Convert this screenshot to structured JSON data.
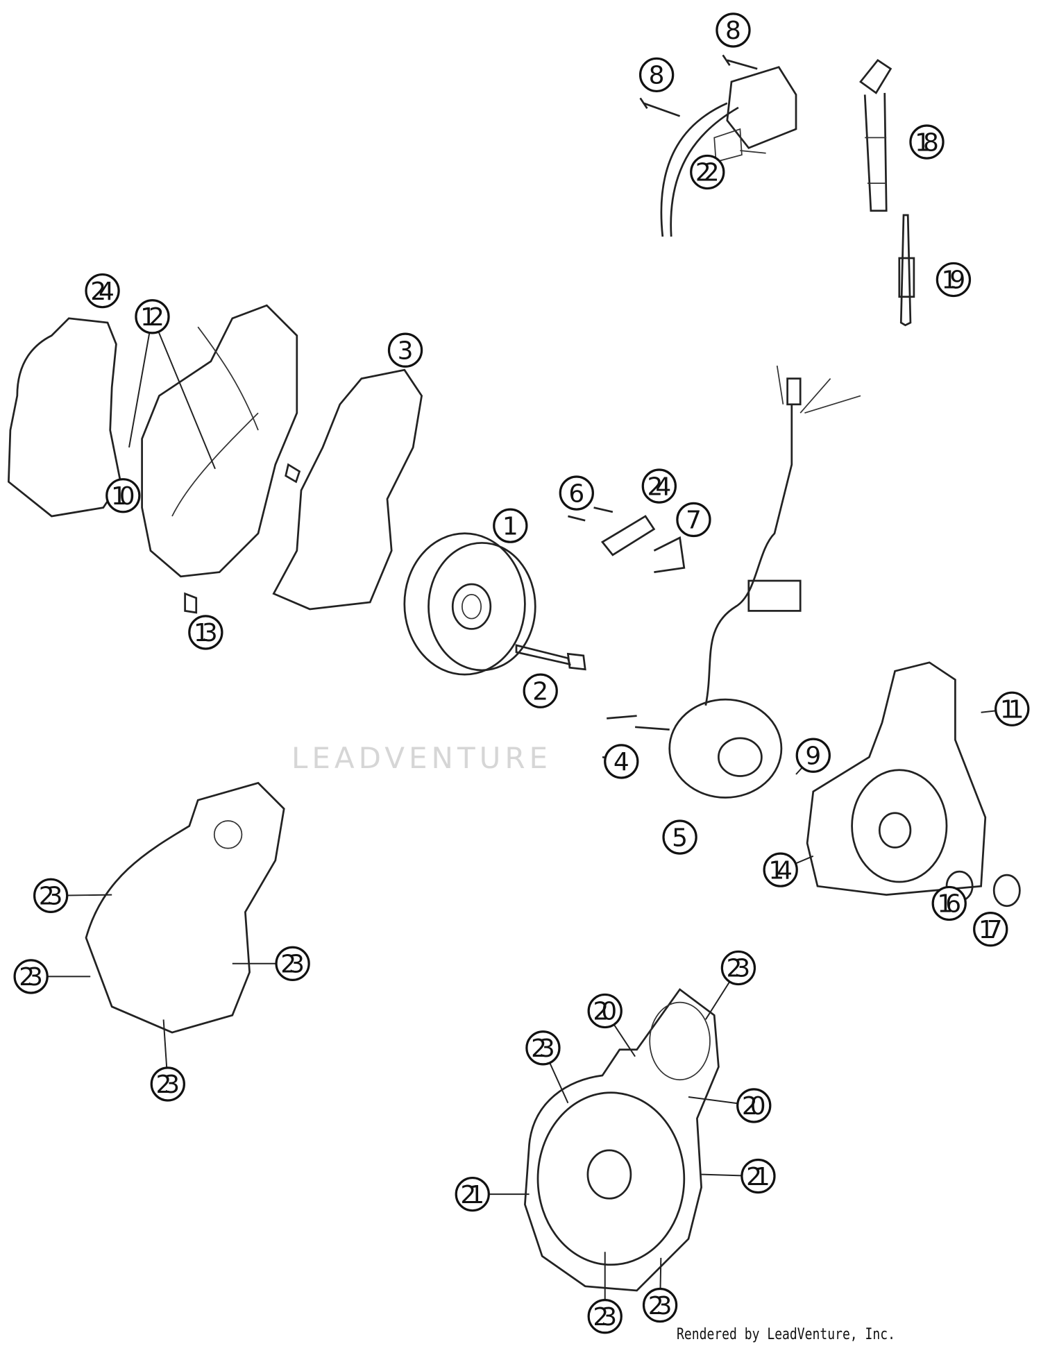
{
  "diagram": {
    "callouts": [
      "8",
      "8",
      "18",
      "22",
      "19",
      "24",
      "12",
      "3",
      "10",
      "6",
      "24",
      "7",
      "1",
      "13",
      "2",
      "11",
      "4",
      "9",
      "5",
      "14",
      "16",
      "17",
      "23",
      "23",
      "23",
      "23",
      "23",
      "20",
      "23",
      "20",
      "21",
      "21",
      "23",
      "23"
    ],
    "watermark": "LEADVENTURE",
    "credit": "Rendered by LeadVenture, Inc."
  }
}
